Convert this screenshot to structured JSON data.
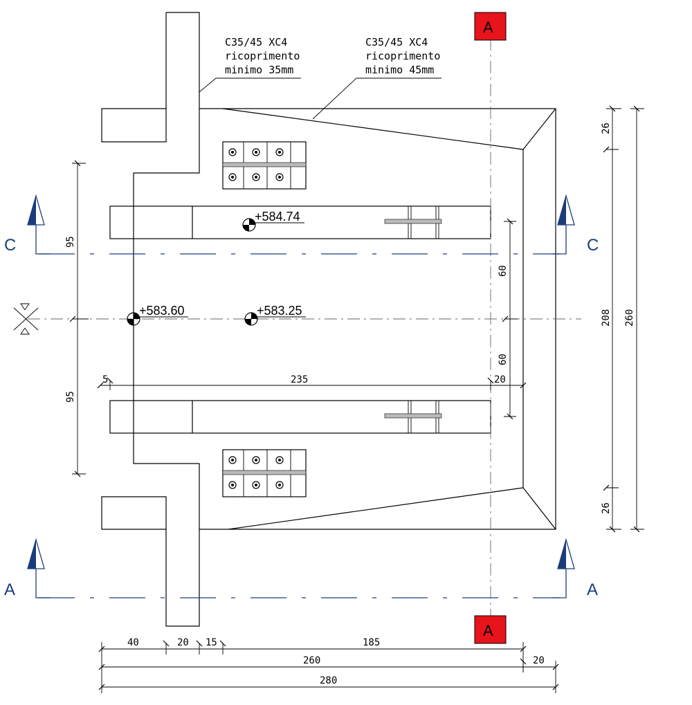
{
  "notes": {
    "left": {
      "line1": "C35/45 XC4",
      "line2": "ricoprimento",
      "line3": "minimo 35mm"
    },
    "right": {
      "line1": "C35/45 XC4",
      "line2": "ricoprimento",
      "line3": "minimo 45mm"
    }
  },
  "elevations": {
    "top_beam": "+584.74",
    "left": "+583.60",
    "center": "+583.25"
  },
  "sections": {
    "a_top": "A",
    "a_bottom": "A",
    "c_left": "C",
    "c_right": "C",
    "a_left": "A",
    "a_right": "A"
  },
  "dimensions": {
    "left_95_top": "95",
    "left_95_bottom": "95",
    "right_60_top": "60",
    "right_60_bottom": "60",
    "right_26_top": "26",
    "right_26_bottom": "26",
    "right_208": "208",
    "right_260": "260",
    "inner_5": "5",
    "inner_235": "235",
    "inner_20": "20",
    "bottom_40": "40",
    "bottom_20a": "20",
    "bottom_15": "15",
    "bottom_185": "185",
    "bottom_260": "260",
    "bottom_20b": "20",
    "bottom_280": "280"
  },
  "colors": {
    "section_marker": "#1a3d7a",
    "section_box": "#e8141b"
  }
}
